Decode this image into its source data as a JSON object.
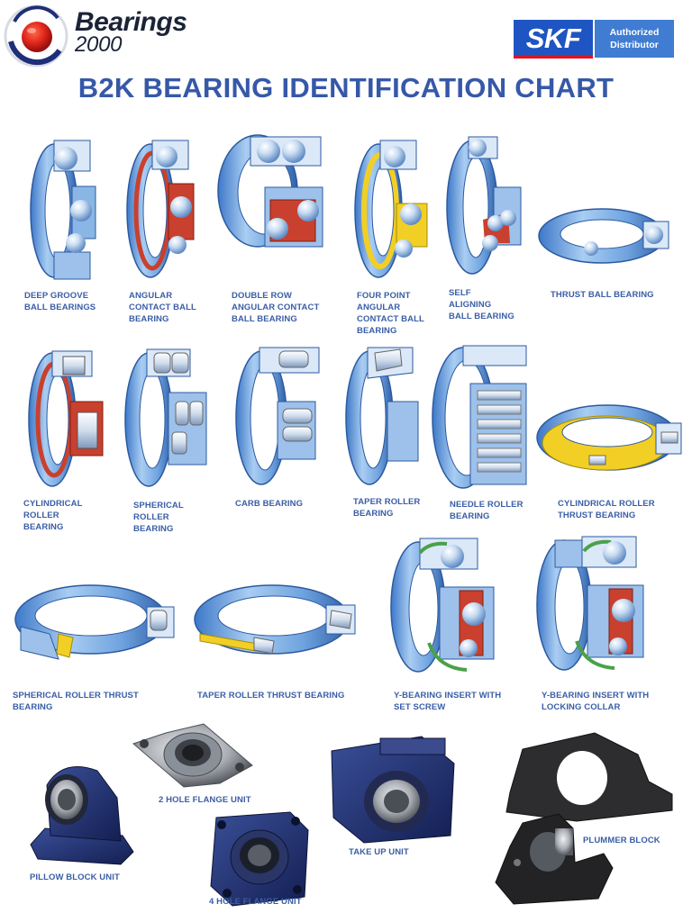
{
  "header": {
    "brand_line1": "Bearings",
    "brand_line2": "2000",
    "skf_logo": "SKF",
    "authorized_line1": "Authorized",
    "authorized_line2": "Distributor",
    "title": "B2K BEARING IDENTIFICATION CHART"
  },
  "colors": {
    "title": "#3658a8",
    "labels": "#3a5ea6",
    "bearing_blue": "#7fb0e6",
    "bearing_dark": "#2f5fa8",
    "cage_red": "#c9402e",
    "cage_yellow": "#f2cf24",
    "housing_navy": "#1e3170",
    "plummer_black": "#222222"
  },
  "items": {
    "deep_groove": "DEEP GROOVE\nBALL BEARINGS",
    "angular_contact": "ANGULAR\nCONTACT BALL\nBEARING",
    "double_row": "DOUBLE ROW\nANGULAR CONTACT\nBALL BEARING",
    "four_point": "FOUR POINT\nANGULAR\nCONTACT BALL\nBEARING",
    "self_aligning": "SELF\nALIGNING\nBALL BEARING",
    "thrust_ball": "THRUST BALL BEARING",
    "cylindrical_roller": "CYLINDRICAL\nROLLER\nBEARING",
    "spherical_roller": "SPHERICAL\nROLLER\nBEARING",
    "carb": "CARB BEARING",
    "taper_roller": "TAPER ROLLER\nBEARING",
    "needle_roller": "NEEDLE ROLLER\nBEARING",
    "cyl_roller_thrust": "CYLINDRICAL ROLLER\nTHRUST BEARING",
    "sph_roller_thrust": "SPHERICAL ROLLER THRUST\nBEARING",
    "taper_roller_thrust": "TAPER ROLLER THRUST BEARING",
    "y_set_screw": "Y-BEARING INSERT WITH\nSET SCREW",
    "y_locking_collar": "Y-BEARING  INSERT WITH\nLOCKING COLLAR",
    "two_hole_flange": "2 HOLE FLANGE UNIT",
    "pillow_block": "PILLOW BLOCK UNIT",
    "take_up": "TAKE UP UNIT",
    "plummer_block": "PLUMMER BLOCK",
    "four_hole_flange": "4 HOLE FLANGE UNIT"
  }
}
